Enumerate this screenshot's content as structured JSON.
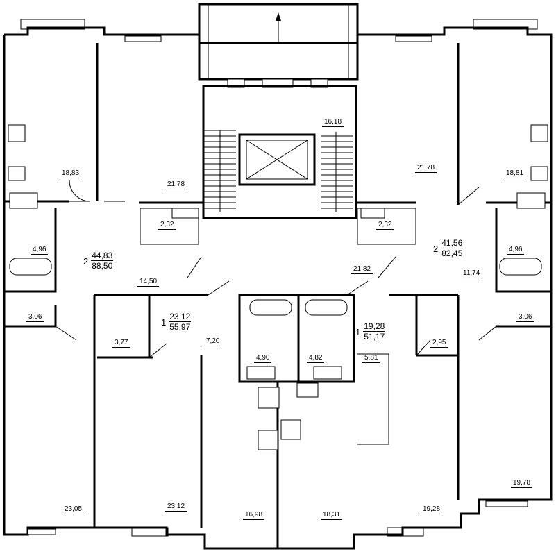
{
  "room_areas": [
    "18,83",
    "21,78",
    "2,32",
    "4,96",
    "14,50",
    "3,06",
    "16,18",
    "21,82",
    "2,32",
    "21,78",
    "18,81",
    "4,96",
    "11,74",
    "3,06",
    "3,77",
    "7,20",
    "4,90",
    "4,82",
    "5,81",
    "2,95",
    "23,05",
    "23,12",
    "16,98",
    "18,31",
    "19,28",
    "19,78"
  ],
  "apartments": [
    {
      "rooms": "2",
      "living": "44,83",
      "total": "88,50"
    },
    {
      "rooms": "2",
      "living": "41,56",
      "total": "82,45"
    },
    {
      "rooms": "1",
      "living": "23,12",
      "total": "55,97"
    },
    {
      "rooms": "1",
      "living": "19,28",
      "total": "51,17"
    }
  ],
  "icons": {
    "north_arrow": "north-arrow-icon"
  }
}
